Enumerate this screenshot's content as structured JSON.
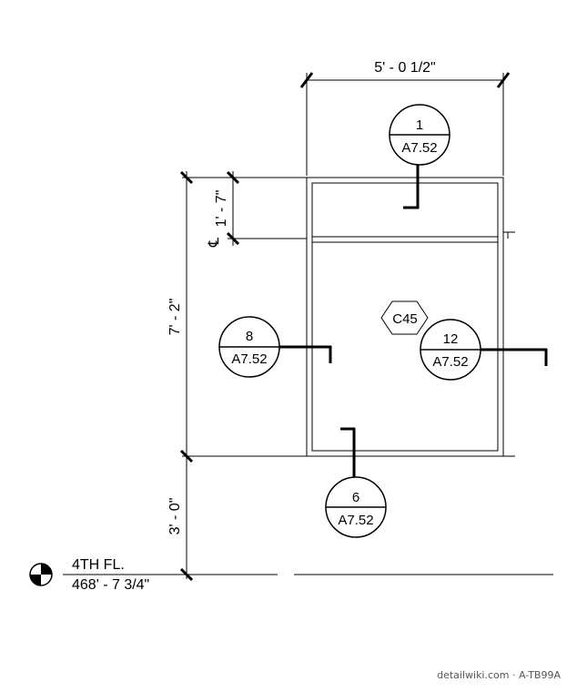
{
  "dimensions": {
    "top_width": "5' - 0 1/2\"",
    "left_upper": "1' - 7\"",
    "left_middle": "7' - 2\"",
    "left_lower": "3' - 0\"",
    "centerline_symbol": "℄"
  },
  "section_tags": {
    "top": {
      "number": "1",
      "sheet": "A7.52"
    },
    "left": {
      "number": "8",
      "sheet": "A7.52"
    },
    "right": {
      "number": "12",
      "sheet": "A7.52"
    },
    "bottom": {
      "number": "6",
      "sheet": "A7.52"
    }
  },
  "casework_tag": "C45",
  "level": {
    "name": "4TH FL.",
    "elevation": "468' - 7 3/4\""
  },
  "watermark": "detailwiki.com · A-TB99A"
}
